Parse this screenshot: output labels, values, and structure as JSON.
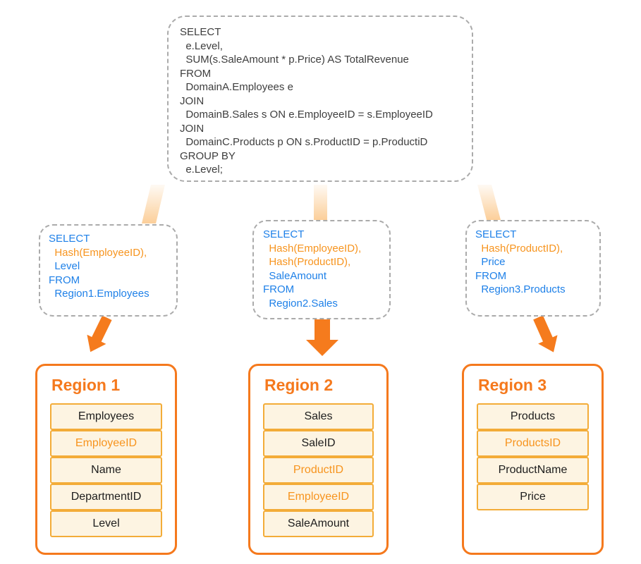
{
  "colors": {
    "blue": "#1e80e8",
    "code_orange": "#f7941e",
    "main_orange": "#f5791d",
    "arrow_orange": "#f57b1d",
    "row_border": "#f3ac38",
    "row_fill": "#fdf4e2",
    "dash_gray": "#ababab",
    "code_gray": "#3e3e3e"
  },
  "main_query": {
    "lines": [
      "SELECT",
      "  e.Level,",
      "  SUM(s.SaleAmount * p.Price) AS TotalRevenue",
      "FROM",
      "  DomainA.Employees e",
      "JOIN",
      "  DomainB.Sales s ON e.EmployeeID = s.EmployeeID",
      "JOIN",
      "  DomainC.Products p ON s.ProductID = p.ProductiD",
      "GROUP BY",
      "  e.Level;"
    ]
  },
  "shard_queries": [
    {
      "lines": [
        {
          "text": "SELECT",
          "tone": "blue"
        },
        {
          "text": "  Hash(EmployeeID),",
          "tone": "orange"
        },
        {
          "text": "  Level",
          "tone": "blue"
        },
        {
          "text": "FROM",
          "tone": "blue"
        },
        {
          "text": "  Region1.Employees",
          "tone": "blue"
        }
      ]
    },
    {
      "lines": [
        {
          "text": "SELECT",
          "tone": "blue"
        },
        {
          "text": "  Hash(EmployeeID),",
          "tone": "orange"
        },
        {
          "text": "  Hash(ProductID),",
          "tone": "orange"
        },
        {
          "text": "  SaleAmount",
          "tone": "blue"
        },
        {
          "text": "FROM",
          "tone": "blue"
        },
        {
          "text": "  Region2.Sales",
          "tone": "blue"
        }
      ]
    },
    {
      "lines": [
        {
          "text": "SELECT",
          "tone": "blue"
        },
        {
          "text": "  Hash(ProductID),",
          "tone": "orange"
        },
        {
          "text": "  Price",
          "tone": "blue"
        },
        {
          "text": "FROM",
          "tone": "blue"
        },
        {
          "text": "  Region3.Products",
          "tone": "blue"
        }
      ]
    }
  ],
  "regions": [
    {
      "title": "Region 1",
      "rows": [
        {
          "label": "Employees",
          "highlight": false
        },
        {
          "label": "EmployeeID",
          "highlight": true
        },
        {
          "label": "Name",
          "highlight": false
        },
        {
          "label": "DepartmentID",
          "highlight": false
        },
        {
          "label": "Level",
          "highlight": false
        }
      ]
    },
    {
      "title": "Region 2",
      "rows": [
        {
          "label": "Sales",
          "highlight": false
        },
        {
          "label": "SaleID",
          "highlight": false
        },
        {
          "label": "ProductID",
          "highlight": true
        },
        {
          "label": "EmployeeID",
          "highlight": true
        },
        {
          "label": "SaleAmount",
          "highlight": false
        }
      ]
    },
    {
      "title": "Region 3",
      "rows": [
        {
          "label": "Products",
          "highlight": false
        },
        {
          "label": "ProductsID",
          "highlight": true
        },
        {
          "label": "ProductName",
          "highlight": false
        },
        {
          "label": "Price",
          "highlight": false
        }
      ]
    }
  ]
}
